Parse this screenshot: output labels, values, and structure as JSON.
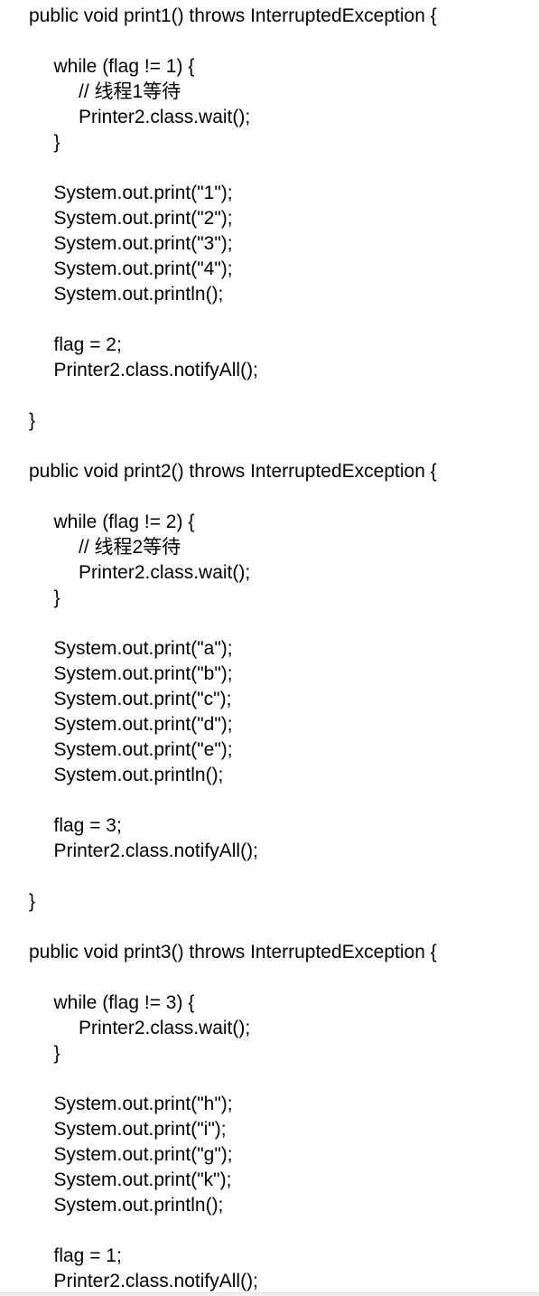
{
  "code": {
    "lines": [
      {
        "indent": 0,
        "text": "public void print1() throws InterruptedException {"
      },
      {
        "indent": 0,
        "text": ""
      },
      {
        "indent": 1,
        "text": "while (flag != 1) {"
      },
      {
        "indent": 2,
        "text": "// 线程1等待"
      },
      {
        "indent": 2,
        "text": "Printer2.class.wait();"
      },
      {
        "indent": 1,
        "text": "}"
      },
      {
        "indent": 0,
        "text": ""
      },
      {
        "indent": 1,
        "text": "System.out.print(\"1\");"
      },
      {
        "indent": 1,
        "text": "System.out.print(\"2\");"
      },
      {
        "indent": 1,
        "text": "System.out.print(\"3\");"
      },
      {
        "indent": 1,
        "text": "System.out.print(\"4\");"
      },
      {
        "indent": 1,
        "text": "System.out.println();"
      },
      {
        "indent": 0,
        "text": ""
      },
      {
        "indent": 1,
        "text": "flag = 2;"
      },
      {
        "indent": 1,
        "text": "Printer2.class.notifyAll();"
      },
      {
        "indent": 0,
        "text": ""
      },
      {
        "indent": 0,
        "text": "}"
      },
      {
        "indent": 0,
        "text": ""
      },
      {
        "indent": 0,
        "text": "public void print2() throws InterruptedException {"
      },
      {
        "indent": 0,
        "text": ""
      },
      {
        "indent": 1,
        "text": "while (flag != 2) {"
      },
      {
        "indent": 2,
        "text": "// 线程2等待"
      },
      {
        "indent": 2,
        "text": "Printer2.class.wait();"
      },
      {
        "indent": 1,
        "text": "}"
      },
      {
        "indent": 0,
        "text": ""
      },
      {
        "indent": 1,
        "text": "System.out.print(\"a\");"
      },
      {
        "indent": 1,
        "text": "System.out.print(\"b\");"
      },
      {
        "indent": 1,
        "text": "System.out.print(\"c\");"
      },
      {
        "indent": 1,
        "text": "System.out.print(\"d\");"
      },
      {
        "indent": 1,
        "text": "System.out.print(\"e\");"
      },
      {
        "indent": 1,
        "text": "System.out.println();"
      },
      {
        "indent": 0,
        "text": ""
      },
      {
        "indent": 1,
        "text": "flag = 3;"
      },
      {
        "indent": 1,
        "text": "Printer2.class.notifyAll();"
      },
      {
        "indent": 0,
        "text": ""
      },
      {
        "indent": 0,
        "text": "}"
      },
      {
        "indent": 0,
        "text": ""
      },
      {
        "indent": 0,
        "text": "public void print3() throws InterruptedException {"
      },
      {
        "indent": 0,
        "text": ""
      },
      {
        "indent": 1,
        "text": "while (flag != 3) {"
      },
      {
        "indent": 2,
        "text": "Printer2.class.wait();"
      },
      {
        "indent": 1,
        "text": "}"
      },
      {
        "indent": 0,
        "text": ""
      },
      {
        "indent": 1,
        "text": "System.out.print(\"h\");"
      },
      {
        "indent": 1,
        "text": "System.out.print(\"i\");"
      },
      {
        "indent": 1,
        "text": "System.out.print(\"g\");"
      },
      {
        "indent": 1,
        "text": "System.out.print(\"k\");"
      },
      {
        "indent": 1,
        "text": "System.out.println();"
      },
      {
        "indent": 0,
        "text": ""
      },
      {
        "indent": 1,
        "text": "flag = 1;"
      },
      {
        "indent": 1,
        "text": "Printer2.class.notifyAll();"
      }
    ]
  }
}
